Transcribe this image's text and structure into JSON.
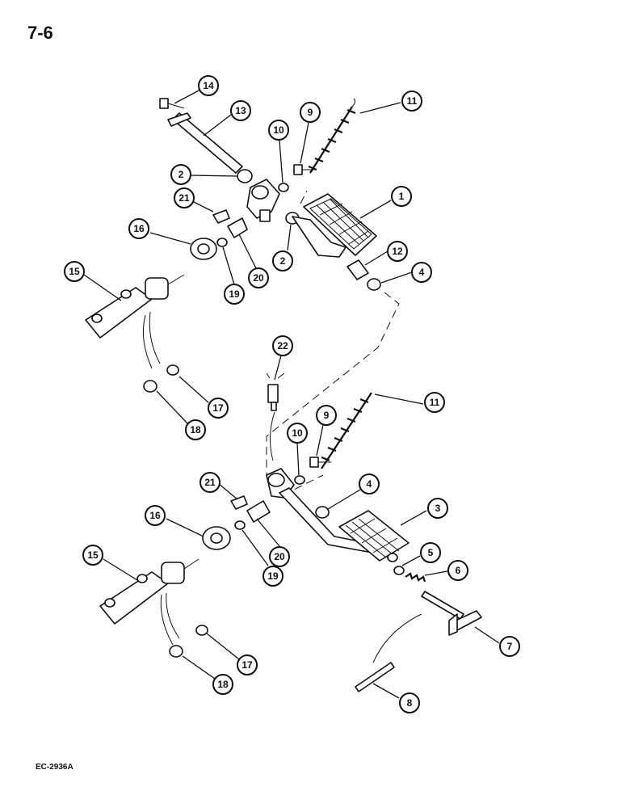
{
  "page": {
    "number": "7-6",
    "reference_code": "EC-2936A"
  },
  "callouts": {
    "top": {
      "c14": "14",
      "c13": "13",
      "c10": "10",
      "c9": "9",
      "c11": "11",
      "c2a": "2",
      "c1": "1",
      "c21": "21",
      "c16": "16",
      "c15": "15",
      "c2b": "2",
      "c20": "20",
      "c19": "19",
      "c12": "12",
      "c4": "4",
      "c22": "22",
      "c17": "17",
      "c18": "18"
    },
    "bottom": {
      "c11": "11",
      "c9": "9",
      "c10": "10",
      "c4": "4",
      "c21": "21",
      "c3": "3",
      "c16": "16",
      "c20": "20",
      "c19": "19",
      "c15": "15",
      "c5": "5",
      "c6": "6",
      "c7": "7",
      "c17": "17",
      "c18": "18",
      "c8": "8"
    }
  }
}
